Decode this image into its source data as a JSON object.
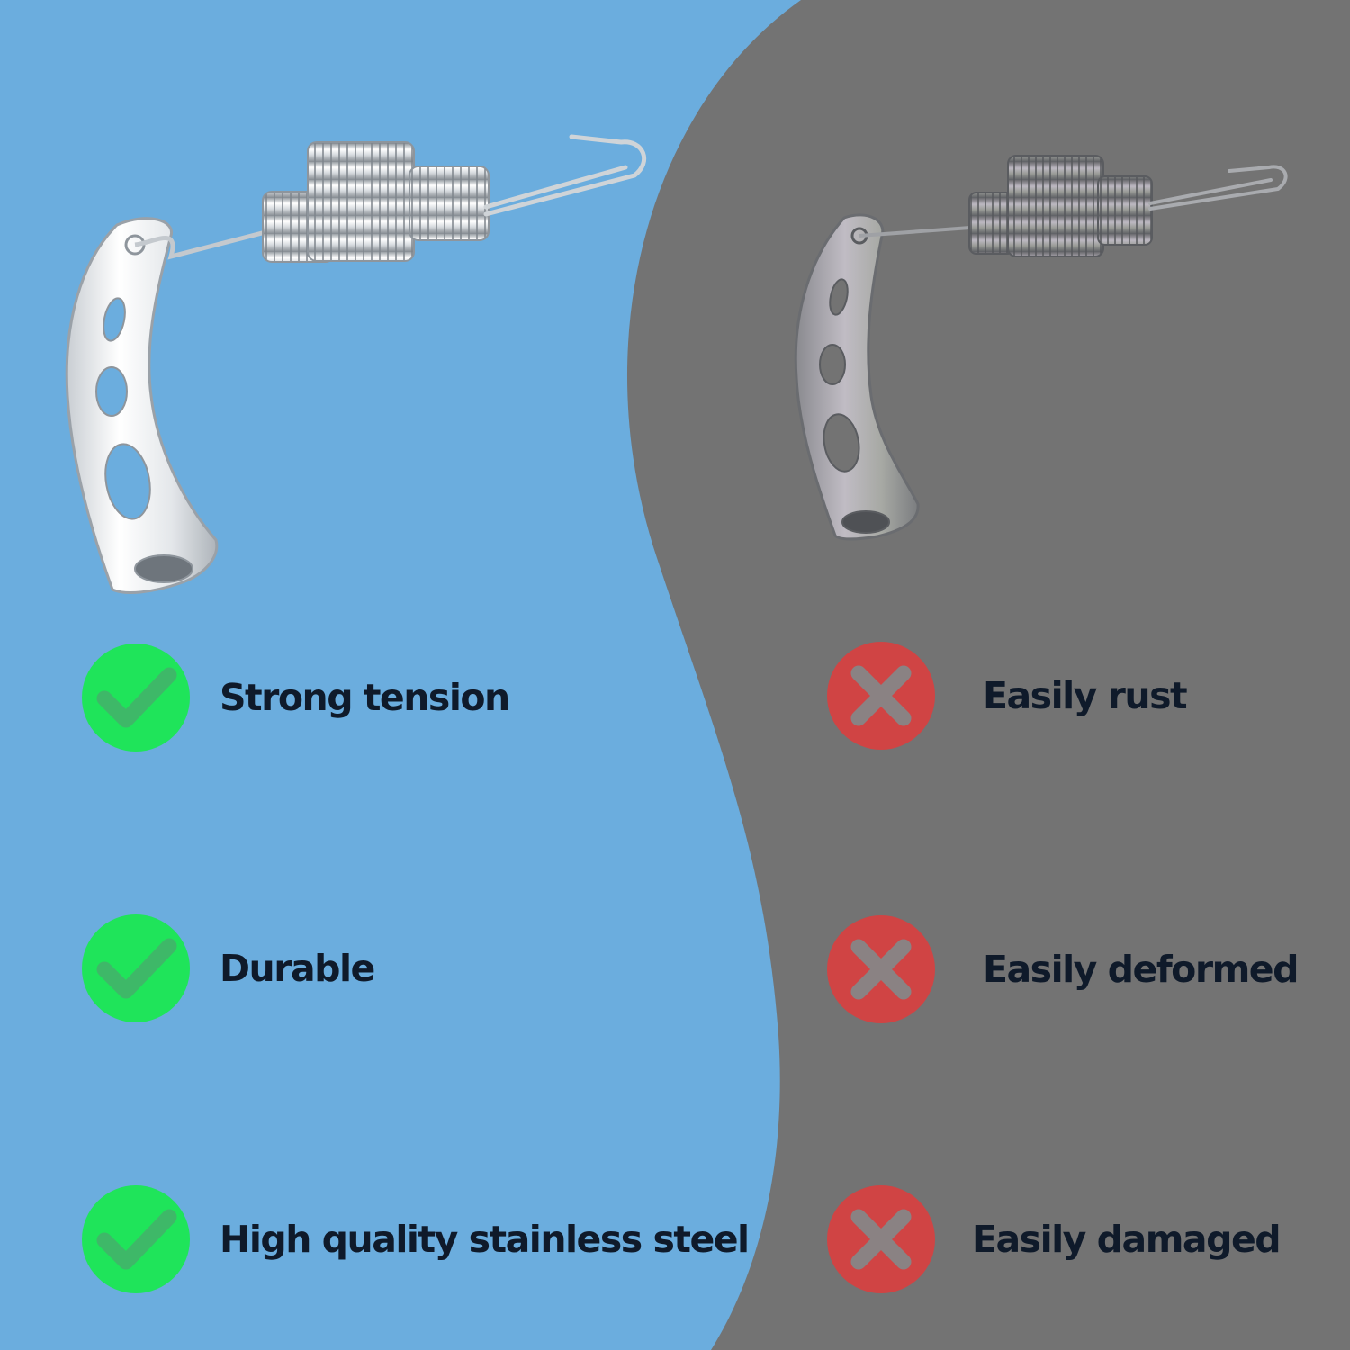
{
  "panels": {
    "left": {
      "background": "#6badde"
    },
    "right": {
      "background": "#737373"
    }
  },
  "colors": {
    "good_badge": "#1fe45a",
    "bad_badge": "#d04444",
    "label_text": "#0f1a2a"
  },
  "pros": [
    {
      "label": "Strong tension",
      "icon": "check-icon"
    },
    {
      "label": "Durable",
      "icon": "check-icon"
    },
    {
      "label": "High quality stainless steel",
      "icon": "check-icon"
    }
  ],
  "cons": [
    {
      "label": "Easily rust",
      "icon": "cross-icon"
    },
    {
      "label": "Easily deformed",
      "icon": "cross-icon"
    },
    {
      "label": "Easily damaged",
      "icon": "cross-icon"
    }
  ]
}
